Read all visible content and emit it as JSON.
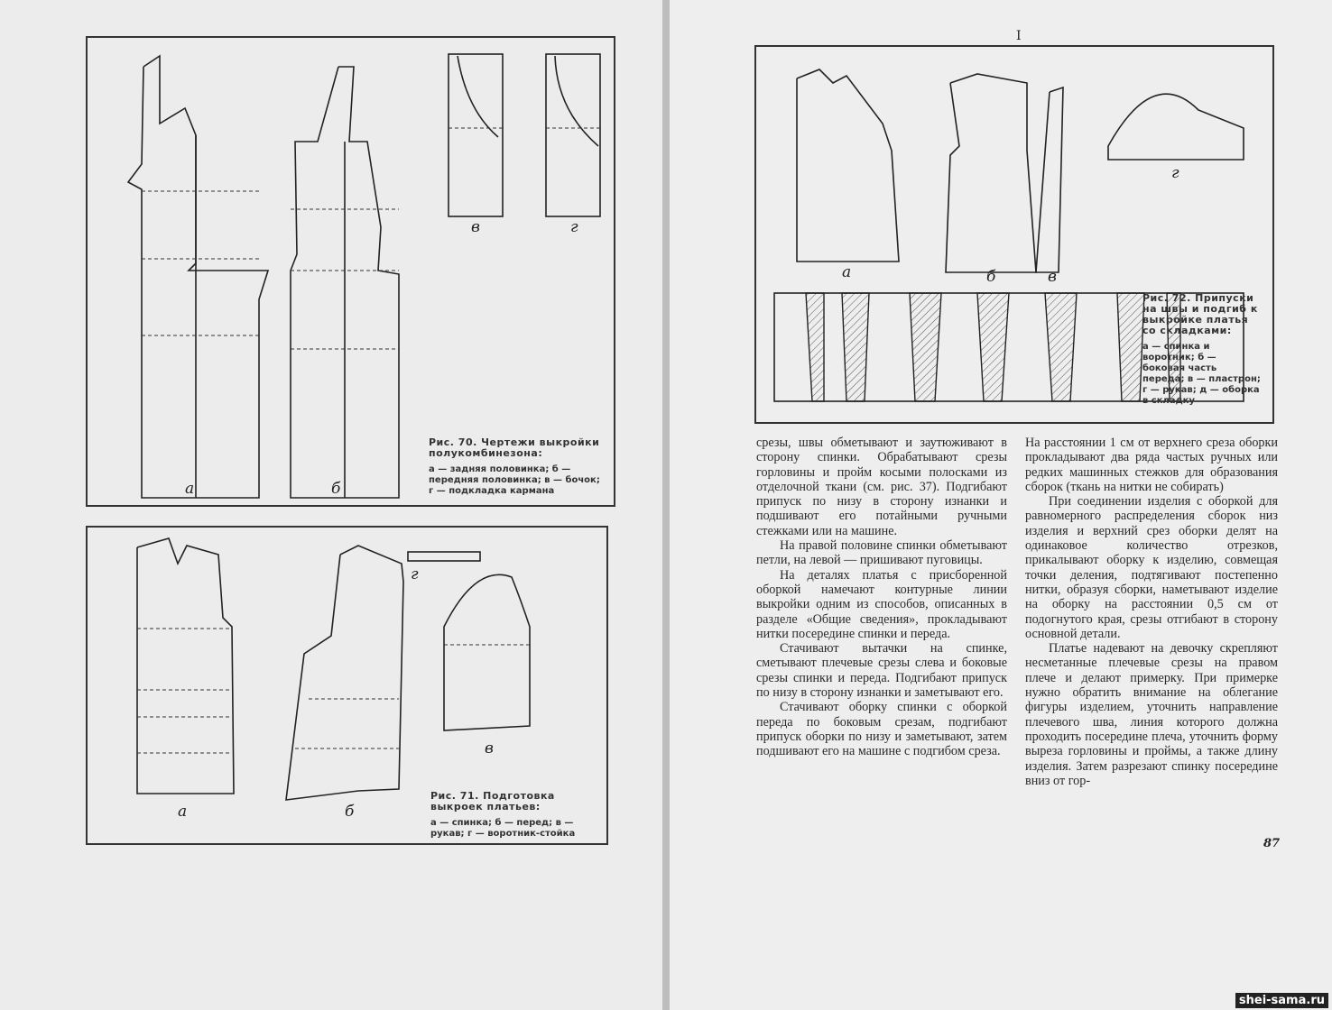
{
  "left_page": {
    "fig70": {
      "title": "Рис. 70. Чертежи выкройки полукомбинезона:",
      "legend": "а — задняя половинка; б — передняя половинка; в — бочок; г — подкладка кармана",
      "parts": [
        "а",
        "б",
        "в",
        "г"
      ]
    },
    "fig71": {
      "title": "Рис. 71. Подготовка выкроек платьев:",
      "legend": "а — спинка; б — перед; в — рукав; г — воротник-стойка",
      "parts": [
        "а",
        "б",
        "в",
        "г"
      ]
    }
  },
  "right_page": {
    "top_mark": "I",
    "fig72": {
      "title": "Рис. 72. Припуски на швы и подгиб к выкройке платья со складками:",
      "legend": "а — спинка и воротник; б — боковая часть переда; в — пластрон; г — рукав; д — оборка в складку",
      "parts": [
        "а",
        "б",
        "в",
        "г"
      ]
    },
    "col1": [
      "срезы, швы обметывают и заутюживают в сторону спинки. Обрабатывают срезы горловины и пройм косыми полосками из отделочной ткани (см. рис. 37). Подгибают припуск по низу в сторону изнанки и подшивают его потайными ручными стежками или на машине.",
      "На правой половине спинки обметывают петли, на левой — пришивают пуговицы.",
      "На деталях платья с присборенной оборкой намечают контурные линии выкройки одним из способов, описанных в разделе «Общие сведения», прокладывают нитки посередине спинки и переда.",
      "Стачивают вытачки на спинке, сметывают плечевые срезы слева и боковые срезы спинки и переда. Подгибают припуск по низу в сторону изнанки и заметывают его.",
      "Стачивают оборку спинки с оборкой переда по боковым срезам, подгибают припуск оборки по низу и заметывают, затем подшивают его на машине с подгибом среза."
    ],
    "col2": [
      "На расстоянии 1 см от верхнего среза оборки прокладывают два ряда частых ручных или редких машинных стежков для образования сборок (ткань на нитки не собирать)",
      "При соединении изделия с оборкой для равномерного распределения сборок низ изделия и верхний срез оборки делят на одинаковое количество отрезков, прикалывают оборку к изделию, совмещая точки деления, подтягивают постепенно нитки, образуя сборки, наметывают изделие на оборку на расстоянии 0,5 см от подогнутого края, срезы отгибают в сторону основной детали.",
      "Платье надевают на девочку скрепляют несметанные плечевые срезы на правом плече и делают примерку. При примерке нужно обратить внимание на облегание фигуры изделием, уточнить направление плечевого шва, линия которого должна проходить посередине плеча, уточнить форму выреза горловины и проймы, а также длину изделия. Затем разрезают спинку посередине вниз от гор-"
    ],
    "page_number": "87"
  },
  "watermark": "shei-sama.ru"
}
